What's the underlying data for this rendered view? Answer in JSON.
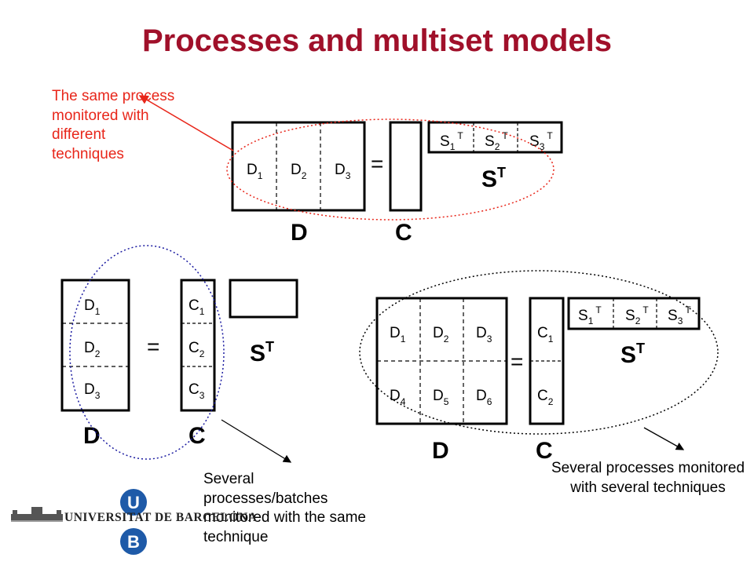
{
  "title": "Processes and multiset models",
  "colors": {
    "title": "#a0102a",
    "annotation_red": "#e8261a",
    "ellipse_blue": "#1a1aa0",
    "logo_blue": "#1e5aa8"
  },
  "annotations": {
    "top_left": "The same process monitored with different techniques",
    "bottom_left": "Several processes/batches monitored with the same technique",
    "bottom_right": "Several processes monitored with several techniques"
  },
  "top_model": {
    "d_blocks": [
      "D",
      "D",
      "D"
    ],
    "d_subs": [
      "1",
      "2",
      "3"
    ],
    "equals": "=",
    "s_blocks": [
      "S",
      "S",
      "S"
    ],
    "s_subs": [
      "1",
      "2",
      "3"
    ],
    "transpose": "T",
    "st_label": "S",
    "st_sup": "T",
    "d_label": "D",
    "c_label": "C"
  },
  "left_model": {
    "d_blocks": [
      "D",
      "D",
      "D"
    ],
    "d_subs": [
      "1",
      "2",
      "3"
    ],
    "equals": "=",
    "c_blocks": [
      "C",
      "C",
      "C"
    ],
    "c_subs": [
      "1",
      "2",
      "3"
    ],
    "st_label": "S",
    "st_sup": "T",
    "d_label": "D",
    "c_label": "C"
  },
  "right_model": {
    "d_blocks": [
      "D",
      "D",
      "D",
      "D",
      "D",
      "D"
    ],
    "d_subs": [
      "1",
      "2",
      "3",
      "4",
      "5",
      "6"
    ],
    "equals": "=",
    "c_blocks": [
      "C",
      "C"
    ],
    "c_subs": [
      "1",
      "2"
    ],
    "s_blocks": [
      "S",
      "S",
      "S"
    ],
    "s_subs": [
      "1",
      "2",
      "3"
    ],
    "transpose": "T",
    "st_label": "S",
    "st_sup": "T",
    "d_label": "D",
    "c_label": "C"
  },
  "logo": {
    "name": "UNIVERSITAT DE BARCELONA",
    "letters": [
      "U",
      "B"
    ]
  }
}
